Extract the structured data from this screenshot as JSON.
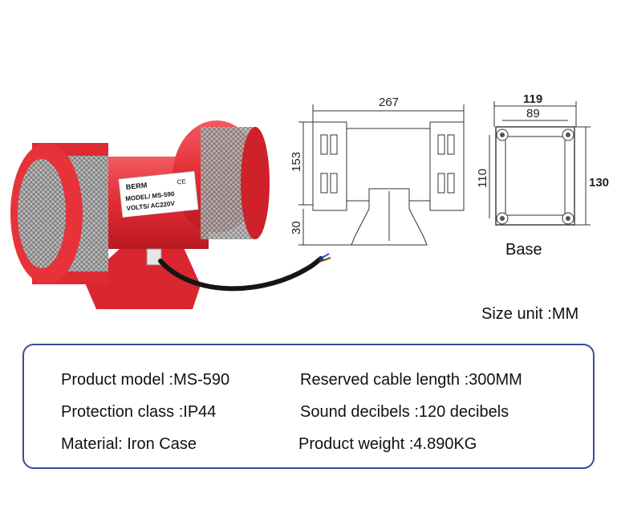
{
  "product_label": {
    "brand": "BERM",
    "mark": "CE",
    "model_line": "MODEL/ MS-590",
    "volts_line": "VOLTS/ AC220V"
  },
  "drawing": {
    "width_dim": "267",
    "height_dim": "153",
    "base_height_dim": "30",
    "base_outer_width": "119",
    "base_inner_width": "89",
    "base_inner_depth": "110",
    "base_outer_depth": "130"
  },
  "base_label": "Base",
  "size_unit": "Size unit :MM",
  "specs": {
    "model": "Product model :MS-590",
    "cable": "Reserved cable length :300MM",
    "protection": "Protection class :IP44",
    "decibels": "Sound decibels :120 decibels",
    "material": "Material: Iron Case",
    "weight": "Product weight :4.890KG"
  },
  "colors": {
    "siren_red": "#e8323a",
    "frame_blue": "#3a4a9a"
  }
}
